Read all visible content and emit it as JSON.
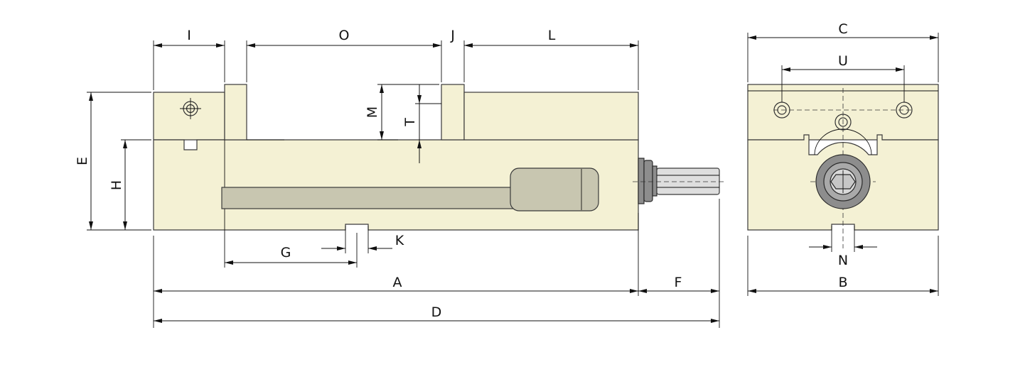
{
  "colors": {
    "body": "#f4f1d4",
    "handle": "#c8c6b0",
    "knob": "#8d8d8d",
    "line": "#111111"
  },
  "labels": {
    "I": "I",
    "O": "O",
    "J": "J",
    "L": "L",
    "E": "E",
    "H": "H",
    "M": "M",
    "T": "T",
    "G": "G",
    "K": "K",
    "A": "A",
    "F": "F",
    "D": "D",
    "C": "C",
    "U": "U",
    "N": "N",
    "B": "B"
  }
}
